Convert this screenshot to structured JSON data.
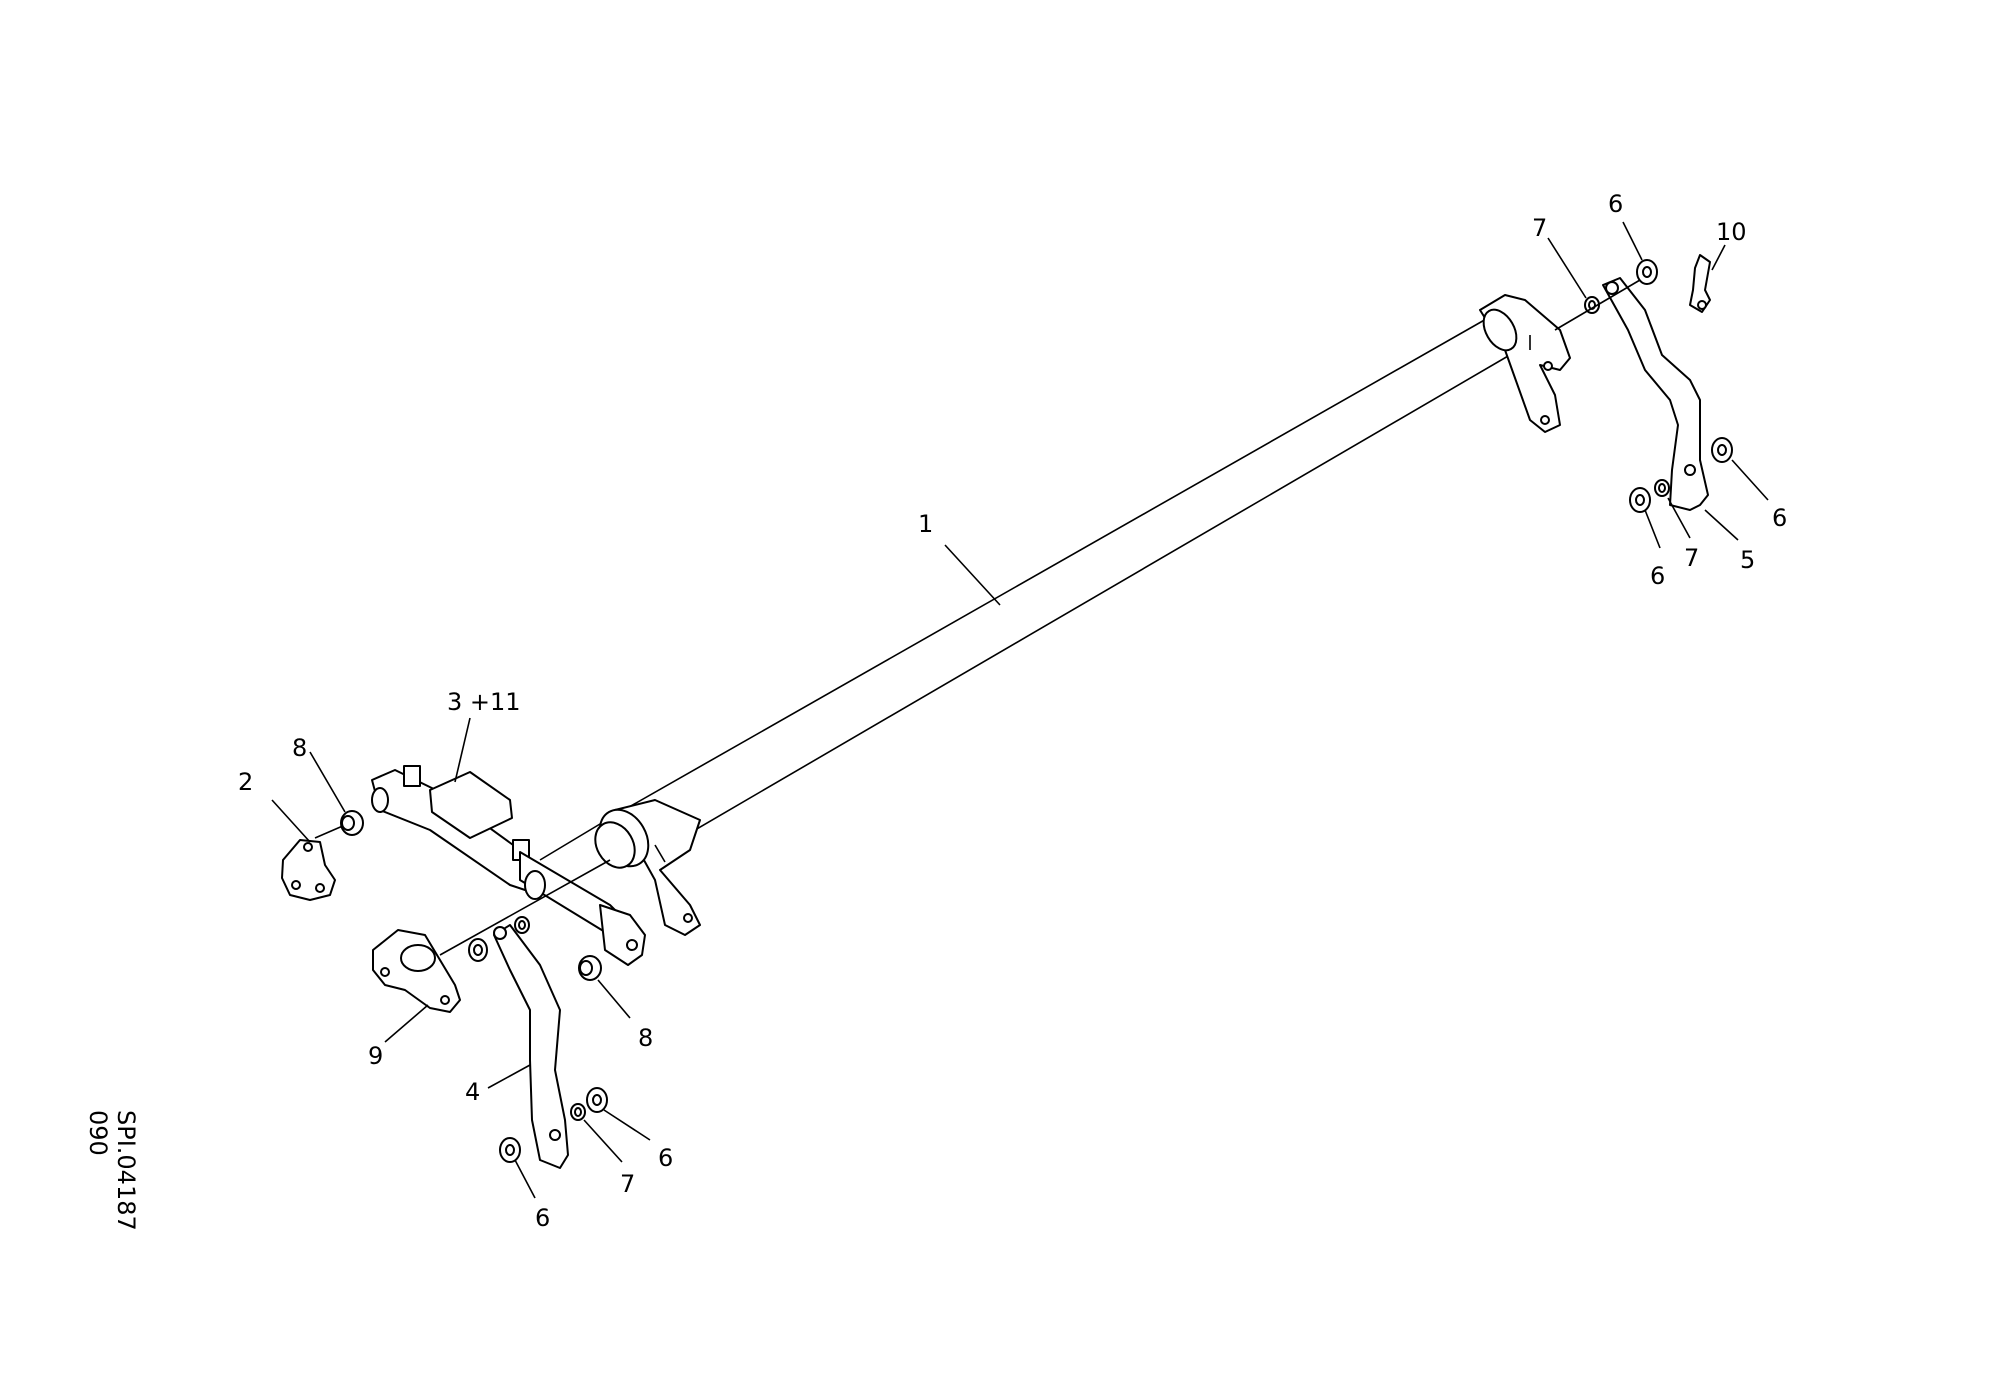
{
  "labels": {
    "l1": "1",
    "l2": "2",
    "l3": "3 +11",
    "l4": "4",
    "l5": "5",
    "l6a": "6",
    "l6b": "6",
    "l6c": "6",
    "l6d": "6",
    "l6e": "6",
    "l7a": "7",
    "l7b": "7",
    "l7c": "7",
    "l8a": "8",
    "l8b": "8",
    "l9": "9",
    "l10": "10"
  },
  "drawing_code": {
    "line1": "SPI.04187",
    "line2": "090"
  }
}
